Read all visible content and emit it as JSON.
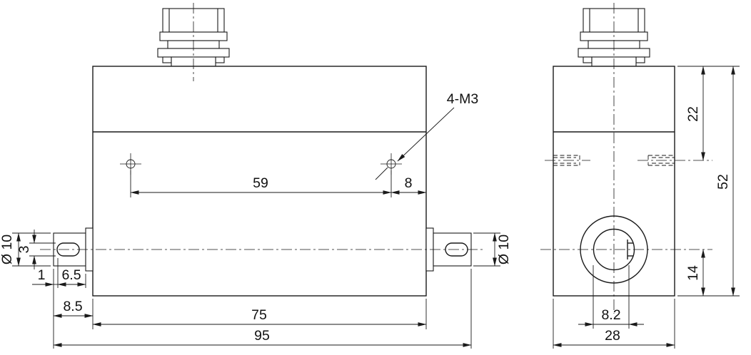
{
  "front_view": {
    "thread_callout": "4-M3",
    "dim_hole_spacing": "59",
    "dim_hole_to_edge": "8",
    "dim_shaft_dia_left": "Ø 10",
    "dim_slot_width": "3",
    "dim_slot_offset": "1",
    "dim_slot_length": "6.5",
    "dim_shaft_length": "8.5",
    "dim_body_length": "75",
    "dim_overall_length": "95",
    "dim_shaft_dia_right": "Ø 10"
  },
  "side_view": {
    "dim_top_to_hole": "22",
    "dim_height": "52",
    "dim_center_to_bottom": "14",
    "dim_keyway": "8.2",
    "dim_width": "28"
  }
}
